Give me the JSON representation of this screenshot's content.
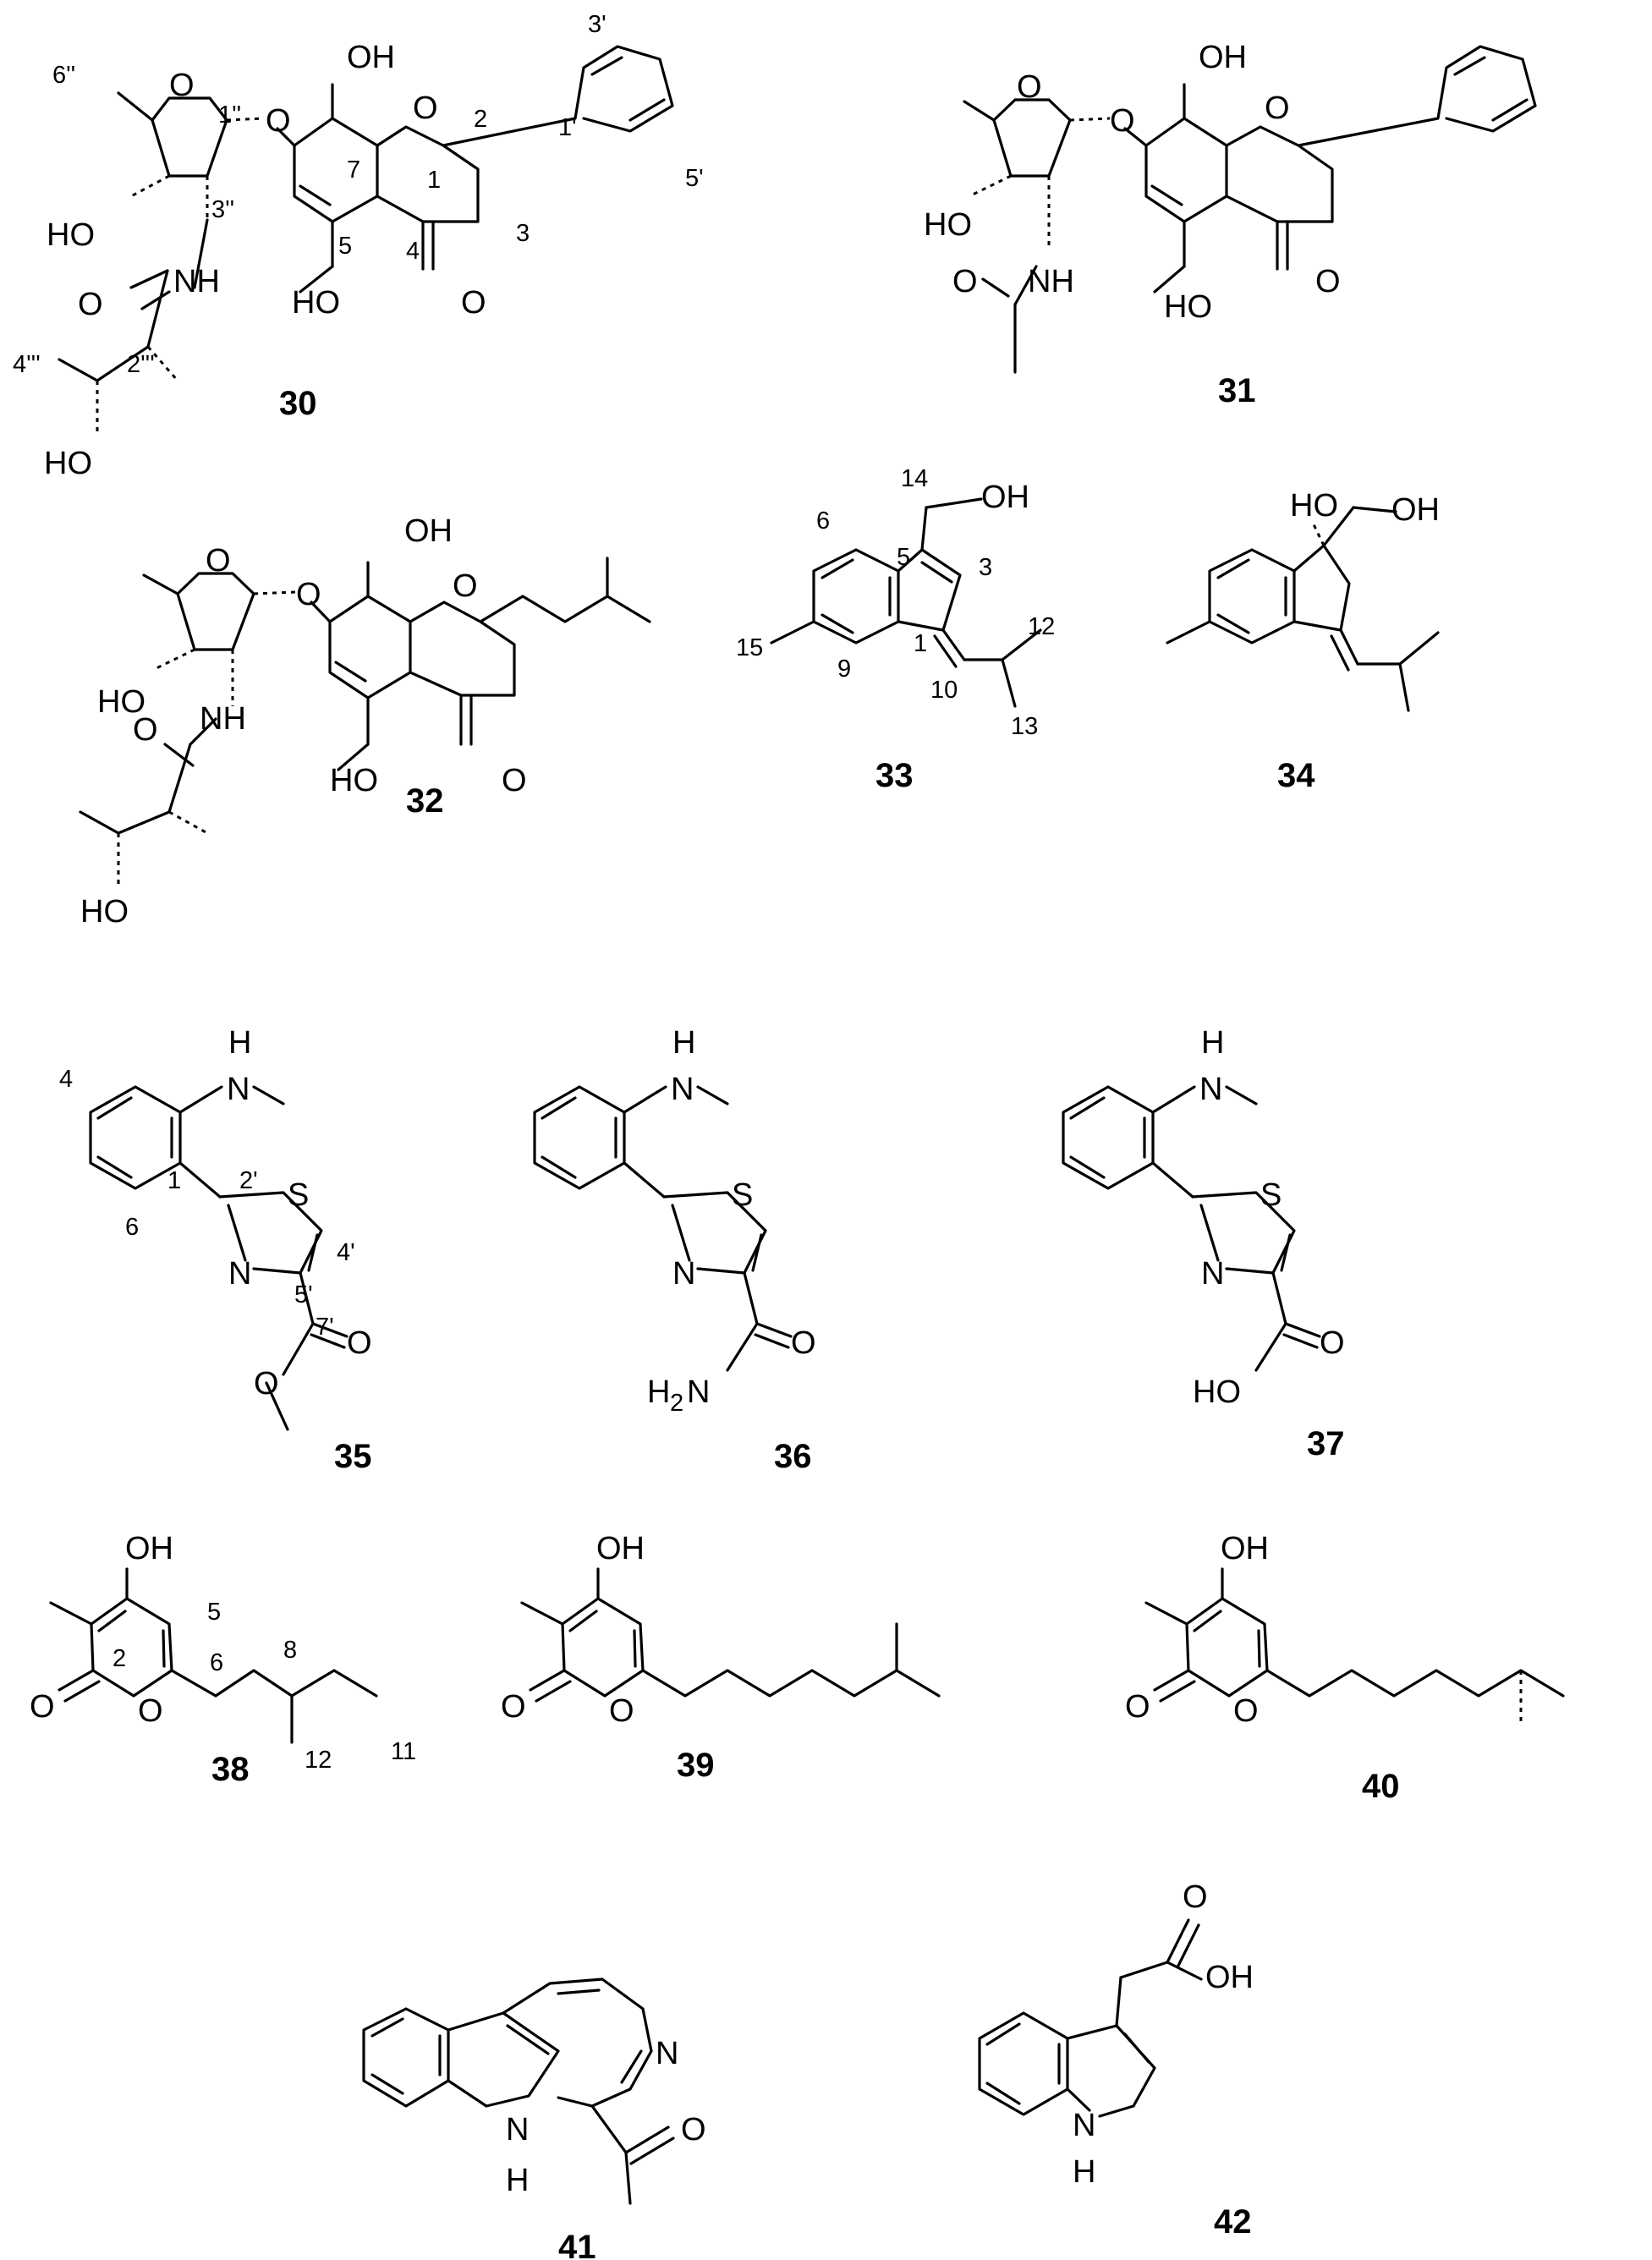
{
  "compounds": [
    {
      "id": "30",
      "atoms": [
        "OH",
        "O",
        "O",
        "O",
        "HO",
        "NH",
        "O",
        "HO",
        "O",
        "HO"
      ],
      "locants": [
        "6''",
        "1''",
        "2",
        "3'",
        "1'",
        "5'",
        "7",
        "1",
        "3''",
        "3",
        "5",
        "4",
        "4'''",
        "2'''"
      ]
    },
    {
      "id": "31",
      "atoms": [
        "OH",
        "O",
        "O",
        "O",
        "HO",
        "NH",
        "O",
        "HO",
        "O"
      ]
    },
    {
      "id": "32",
      "atoms": [
        "OH",
        "O",
        "O",
        "O",
        "HO",
        "NH",
        "O",
        "HO",
        "O",
        "HO"
      ]
    },
    {
      "id": "33",
      "atoms": [
        "OH"
      ],
      "locants": [
        "14",
        "6",
        "5",
        "3",
        "15",
        "9",
        "1",
        "12",
        "10",
        "13"
      ]
    },
    {
      "id": "34",
      "atoms": [
        "HO",
        "OH"
      ]
    },
    {
      "id": "35",
      "atoms": [
        "H",
        "N",
        "S",
        "N",
        "O",
        "O"
      ],
      "locants": [
        "4",
        "1",
        "2'",
        "6",
        "4'",
        "5'",
        "7'"
      ]
    },
    {
      "id": "36",
      "atoms": [
        "H",
        "N",
        "S",
        "N",
        "O",
        "H",
        "2",
        "N"
      ]
    },
    {
      "id": "37",
      "atoms": [
        "H",
        "N",
        "S",
        "N",
        "O",
        "HO"
      ]
    },
    {
      "id": "38",
      "atoms": [
        "OH",
        "O",
        "O"
      ],
      "locants": [
        "5",
        "8",
        "2",
        "6",
        "11",
        "12"
      ]
    },
    {
      "id": "39",
      "atoms": [
        "OH",
        "O",
        "O"
      ]
    },
    {
      "id": "40",
      "atoms": [
        "OH",
        "O",
        "O"
      ]
    },
    {
      "id": "41",
      "atoms": [
        "N",
        "N",
        "H",
        "O"
      ]
    },
    {
      "id": "42",
      "atoms": [
        "O",
        "OH",
        "N",
        "H"
      ]
    }
  ]
}
